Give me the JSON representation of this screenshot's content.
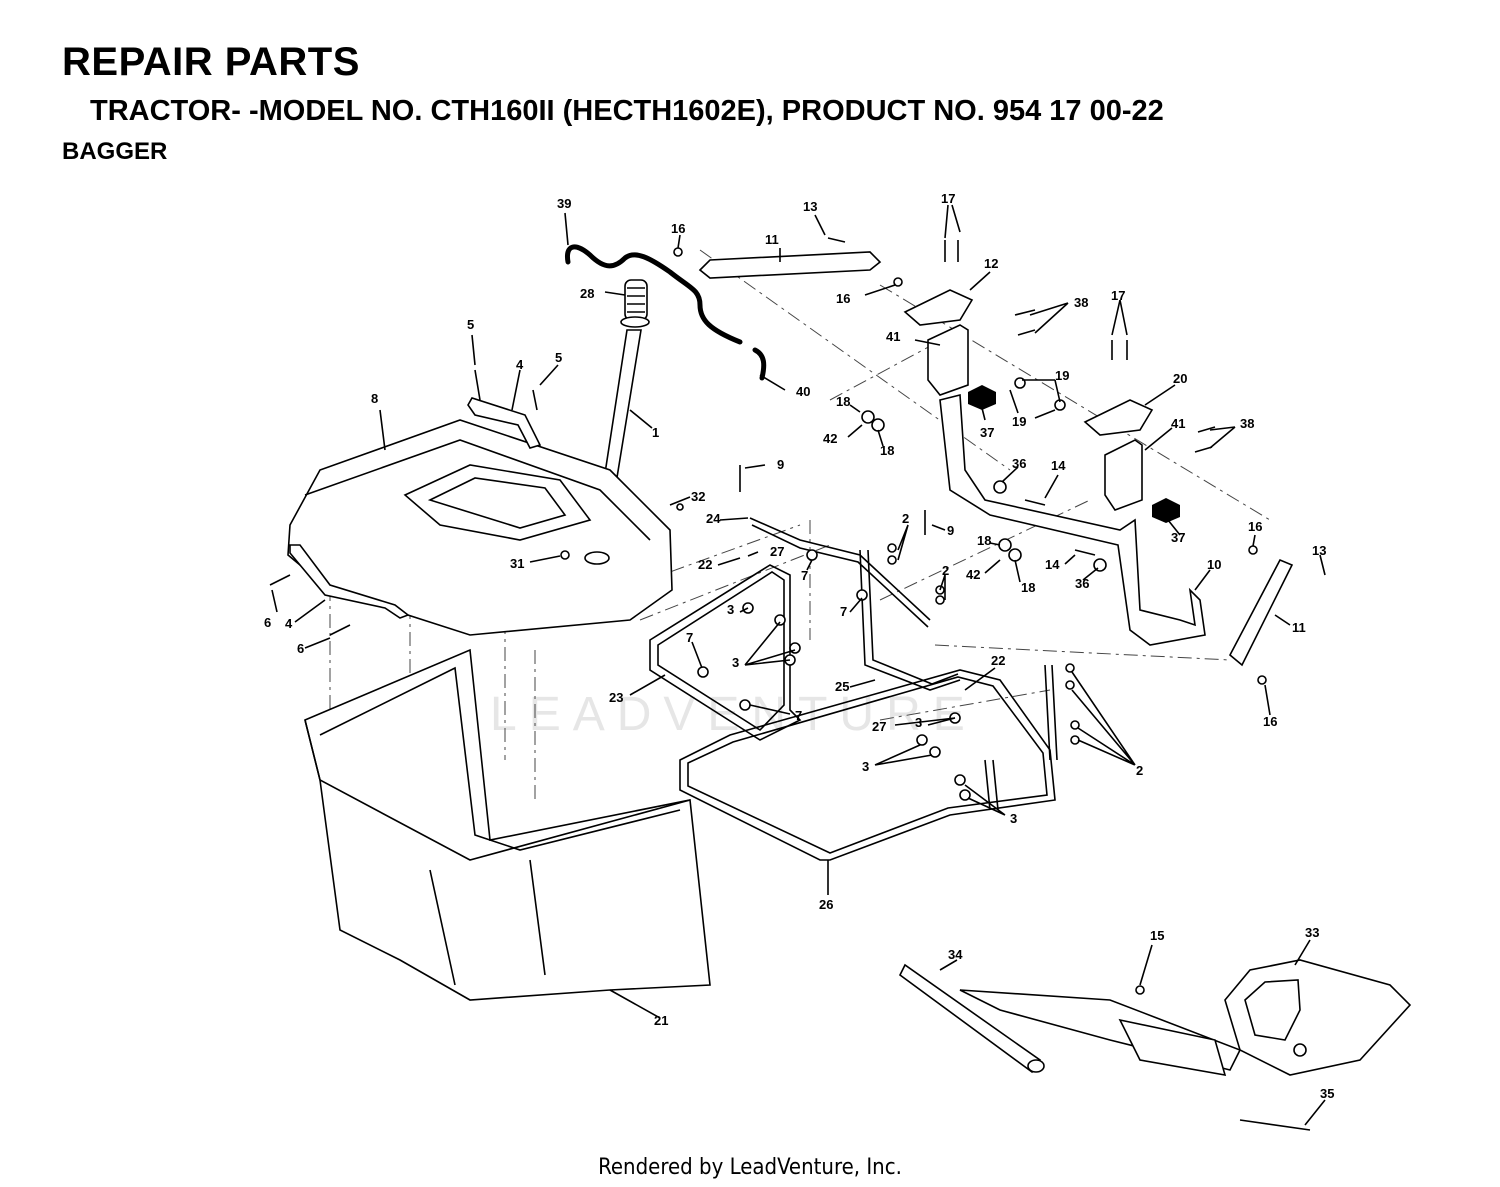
{
  "header": {
    "title": "REPAIR PARTS",
    "subtitle": "TRACTOR- -MODEL NO. CTH160II (HECTH1602E), PRODUCT NO. 954 17 00-22",
    "section": "BAGGER"
  },
  "watermark": "LEADVENTURE",
  "footer": "Rendered by LeadVenture, Inc.",
  "callouts": {
    "c1": "1",
    "c2a": "2",
    "c2b": "2",
    "c2c": "2",
    "c3a": "3",
    "c3b": "3",
    "c3c": "3",
    "c3d": "3",
    "c3e": "3",
    "c4a": "4",
    "c4b": "4",
    "c5a": "5",
    "c5b": "5",
    "c6a": "6",
    "c6b": "6",
    "c7a": "7",
    "c7b": "7",
    "c7c": "7",
    "c7d": "7",
    "c8": "8",
    "c9a": "9",
    "c9b": "9",
    "c10": "10",
    "c11a": "11",
    "c11b": "11",
    "c12": "12",
    "c13a": "13",
    "c13b": "13",
    "c14a": "14",
    "c14b": "14",
    "c15": "15",
    "c16a": "16",
    "c16b": "16",
    "c16c": "16",
    "c16d": "16",
    "c17a": "17",
    "c17b": "17",
    "c18a": "18",
    "c18b": "18",
    "c18c": "18",
    "c18d": "18",
    "c19a": "19",
    "c19b": "19",
    "c20": "20",
    "c21": "21",
    "c22a": "22",
    "c22b": "22",
    "c23": "23",
    "c24": "24",
    "c25": "25",
    "c26": "26",
    "c27a": "27",
    "c27b": "27",
    "c28": "28",
    "c31": "31",
    "c32": "32",
    "c33": "33",
    "c34": "34",
    "c35": "35",
    "c36a": "36",
    "c36b": "36",
    "c37a": "37",
    "c37b": "37",
    "c38a": "38",
    "c38b": "38",
    "c39": "39",
    "c40": "40",
    "c41a": "41",
    "c41b": "41",
    "c42a": "42",
    "c42b": "42"
  }
}
